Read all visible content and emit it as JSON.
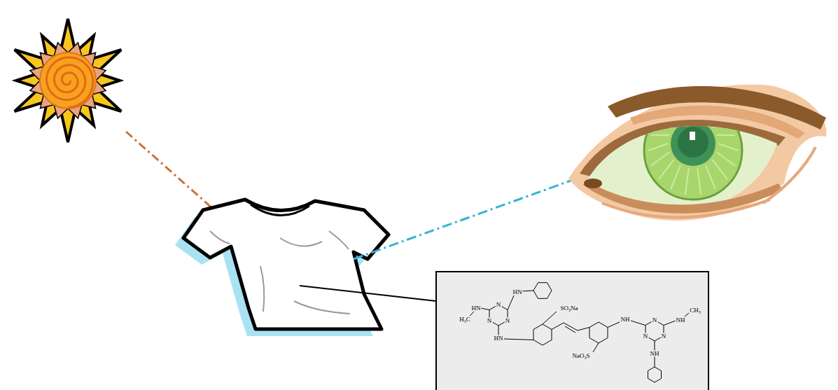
{
  "diagram": {
    "nodes": [
      {
        "text": [
          "HN",
          "N",
          "N",
          "N",
          "HN",
          "H₃C",
          "HN",
          "SO₃Na",
          "NaO₃S",
          "NH",
          "N",
          "N",
          "N",
          "NH",
          "CH₃",
          "NH"
        ]
      }
    ]
  }
}
